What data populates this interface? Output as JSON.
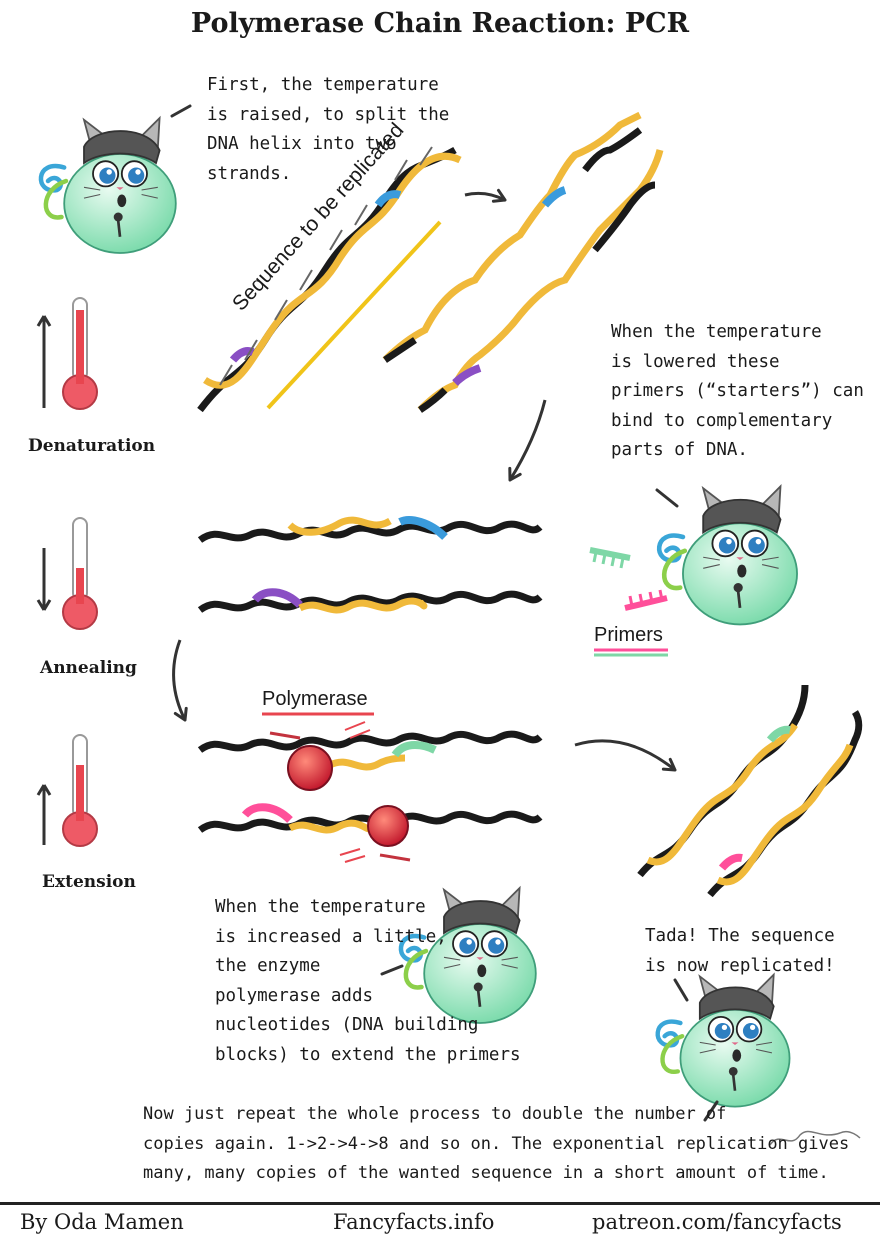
{
  "title": "Polymerase Chain Reaction: PCR",
  "notes": {
    "denaturation": "First, the temperature\nis raised, to split the\nDNA helix into two\nstrands.",
    "annealing": "When the temperature\nis lowered these\nprimers (“starters”) can\nbind to complementary\nparts of DNA.",
    "extension": "When the temperature\nis increased a little,\nthe enzyme\npolymerase adds\nnucleotides (DNA building\nblocks) to extend the primers",
    "result": "Tada! The sequence\nis now replicated!",
    "repeat": "Now just repeat the whole process to double the number of\ncopies again. 1->2->4->8 and so on. The exponential replication gives\nmany, many copies of the wanted sequence in a short amount of time."
  },
  "steps": [
    "Denaturation",
    "Annealing",
    "Extension"
  ],
  "labels": {
    "sequence": "Sequence to be replicated",
    "primers": "Primers",
    "polymerase": "Polymerase"
  },
  "footer": {
    "author": "By Oda Mamen",
    "site": "Fancyfacts.info",
    "patreon": "patreon.com/fancyfacts"
  },
  "colors": {
    "strand": "#1a1a1a",
    "sequence": "#f0b93a",
    "blue_marker": "#3a9bdc",
    "purple_marker": "#8a4fc4",
    "primer_green": "#7ed7a6",
    "primer_pink": "#ff4f9a",
    "thermo_red": "#e8454f",
    "polymerase": "#d9283a"
  },
  "icons": [
    "thermometer-up-icon",
    "thermometer-down-icon",
    "thermometer-up-icon",
    "cat-mascot-icon",
    "arrow-icon"
  ]
}
